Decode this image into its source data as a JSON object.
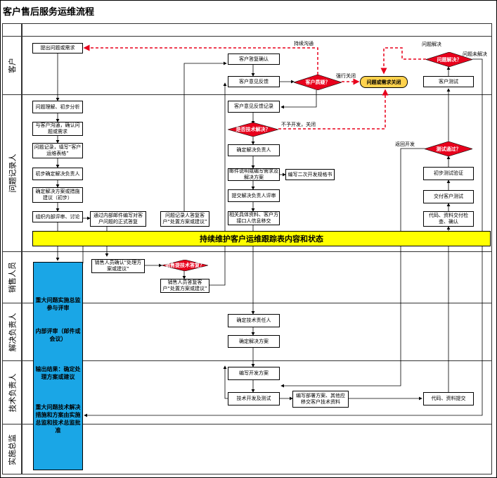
{
  "title": "客户售后服务运维流程",
  "lanes": [
    "客户",
    "问题记录人",
    "销售人员",
    "解决负责人",
    "技术负责人",
    "实施总监"
  ],
  "boxes": {
    "b1": "提出问题或需求",
    "b2": "问题理解、初步分析",
    "b3": "与客户沟通，确认问题或需求",
    "b4": "问题记录，填写“客户运维表格”",
    "b5": "初步确定解决负责人",
    "b6": "确定解决方案或措施建议（初步）",
    "b7": "组织内部评审、讨论",
    "b8": "通过内部邮件编写对客户问题的正式答复",
    "b9": "问题记录人答复客户“处置方案或建议”",
    "b10": "销售人员确认“处理方案或建议”",
    "b11": "销售人员答复客户“处置方案或建议”",
    "b12": "客户答复确认",
    "b13": "客户意见反馈",
    "b14": "客户意见反馈记录",
    "b15": "确定解决负责人",
    "b16": "邮件说明或编写需求及解决方案",
    "b17": "编写二次开发规格书",
    "b18": "提交解决负责人评审",
    "b19": "相关具体资料、客户方接口人信息移交",
    "b20": "确定技术责任人",
    "b21": "确定解决方案",
    "b22": "编写开发方案",
    "b23": "技术开发及测试",
    "b24": "编写部署方案、其他应移交客户技术资料",
    "b25": "代码、资料提交",
    "b26": "代码、资料交付检查、确认",
    "b27": "交付客户测试",
    "b28": "初步测试验证",
    "b29": "客户测试"
  },
  "diamonds": {
    "d1": "客户质疑？",
    "d2": "是否技术解决？",
    "d3": "销售提技术答复？",
    "d4": "测试通过？",
    "d5": "问题解决？"
  },
  "pill": "问题或需求关闭",
  "banner": "持续维护客户运维跟踪表内容和状态",
  "bluebar": [
    "重大问题实施总监参与评审",
    "内部评审（邮件或会议）",
    "输出结果：确定处理方案或建议",
    "重大问题技术解决措施和方案由实施总监和技术总监批准"
  ],
  "notes": {
    "n1": "持续沟通",
    "n2": "问题解决",
    "n3": "问题未解决",
    "n4": "强行关闭",
    "n5": "不予开发，关闭",
    "n6": "返回开发"
  },
  "colors": {
    "diamond": "#e8001c",
    "pill": "#ffd24d",
    "banner": "#ffff00",
    "bluebar": "#1aa6e6",
    "arrow_red": "#e8001c"
  }
}
